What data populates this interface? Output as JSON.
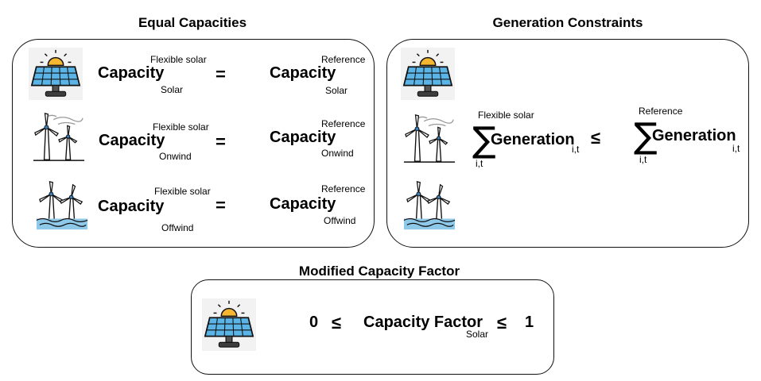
{
  "equal_capacities": {
    "title": "Equal Capacities",
    "rows": [
      {
        "left_sup": "Flexible solar",
        "left_main": "Capacity",
        "left_sub": "Solar",
        "op": "=",
        "right_sup": "Reference",
        "right_main": "Capacity",
        "right_sub": "Solar",
        "icon": "solar-panel-icon"
      },
      {
        "left_sup": "Flexible solar",
        "left_main": "Capacity",
        "left_sub": "Onwind",
        "op": "=",
        "right_sup": "Reference",
        "right_main": "Capacity",
        "right_sub": "Onwind",
        "icon": "onshore-wind-turbine-icon"
      },
      {
        "left_sup": "Flexible solar",
        "left_main": "Capacity",
        "left_sub": "Offwind",
        "op": "=",
        "right_sup": "Reference",
        "right_main": "Capacity",
        "right_sub": "Offwind",
        "icon": "offshore-wind-turbine-icon"
      }
    ]
  },
  "generation_constraints": {
    "title": "Generation Constraints",
    "left_sup": "Flexible solar",
    "left_main": "Generation",
    "left_sub_sigma": "i,t",
    "left_sub": "i,t",
    "op": "≤",
    "right_sup": "Reference",
    "right_main": "Generation",
    "right_sub_sigma": "i,t",
    "right_sub": "i,t",
    "icons": [
      "solar-panel-icon",
      "onshore-wind-turbine-icon",
      "offshore-wind-turbine-icon"
    ]
  },
  "modified_capacity_factor": {
    "title": "Modified Capacity Factor",
    "lower": "0",
    "op1": "≤",
    "main": "Capacity Factor",
    "sub": "Solar",
    "op2": "≤",
    "upper": "1",
    "icon": "solar-panel-icon"
  },
  "colors": {
    "panel_blue": "#5ab4e6",
    "sun": "#f5b731",
    "water": "#8ec9ea",
    "turbine_hub": "#3a7fb8"
  }
}
